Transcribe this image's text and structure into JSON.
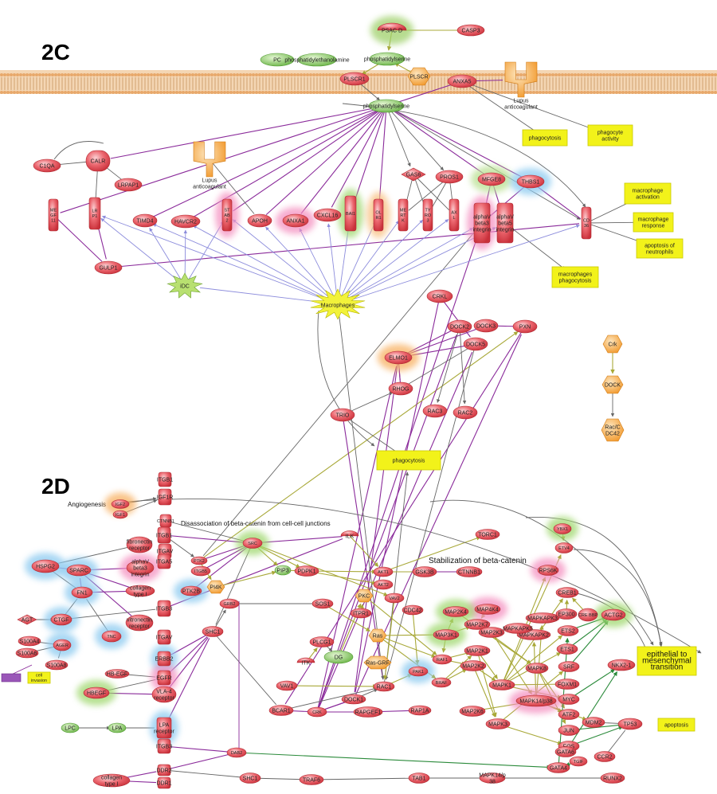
{
  "panels": {
    "c": {
      "label": "2C"
    },
    "d": {
      "label": "2D"
    }
  },
  "colors": {
    "node_red": "#e8545c",
    "node_red_light": "#f6a9ad",
    "node_green": "#8fce6a",
    "node_orange": "#f8b858",
    "bio_yellow": "#f2f21a",
    "membrane": "#e8b07a",
    "edge_purple": "#8a2a9a",
    "edge_gray": "#666666",
    "edge_blue": "#8c8cdc",
    "edge_olive": "#a8a838",
    "edge_green": "#2a8a3a"
  },
  "c_nodes": {
    "psacd": "PSAC D",
    "casp3": "CASP3",
    "pc": "PC",
    "phosphatidylethanolamine": "phosphatidylethanolamine",
    "ps_top": "phosphatidylserine",
    "plscr1": "PLSCR1",
    "plscr": "PLSCR",
    "anxa5": "ANXA5",
    "lupus_top": "Lupus anticoagulant",
    "ps_mid": "phosphatidylserine",
    "phagocytosis1": "phagocytosis",
    "phagocyte_activity": "phagocyte activity",
    "c1qa": "C1QA",
    "calr": "CALR",
    "lrpap1": "LRPAP1",
    "lupus_mid": "Lupus anticoagulant",
    "gas6": "GAS6",
    "pros1": "PROS1",
    "mfge8": "MFGE8",
    "thbs1": "THBS1",
    "megf11": "ME GF 11",
    "lrp1": "LR P1",
    "timd4": "TIMD4",
    "havcr2": "HAVCR2",
    "stab2": "ST AB 2",
    "apoh": "APOH",
    "anxa1": "ANXA1",
    "cxcl16": "CXCL16",
    "bai1": "BAI1",
    "olr1": "OL R1",
    "mertk": "ME RT K",
    "tyro3": "TY RO 3",
    "axl": "AX L",
    "integrin1": "alphaV beta3 integrin",
    "integrin2": "alphaV beta5 integrin",
    "cd36": "CD 36",
    "mac_activation": "macrophage activation",
    "mac_response": "macrophage response",
    "apoptosis_neutrophils": "apoptosis of neutrophils",
    "gulp1": "GULP1",
    "idc": "iDC",
    "macrophages": "Macrophages",
    "mac_phagocytosis": "macrophages phagocytosis",
    "crkl": "CRKL",
    "crk": "CRK",
    "dock1": "DOCK1",
    "dock2": "DOCK2",
    "dock3": "DOCK3",
    "dock5": "DOCK5",
    "ptk2": "PTK2",
    "pxn": "PXN",
    "elmo1": "ELMO1",
    "bcar1": "BCAR1",
    "rhog": "RHOG",
    "trio": "TRIO",
    "rac3": "RAC3",
    "rac2": "RAC2",
    "rac1": "RAC1",
    "phagocytosis2": "phagocytosis",
    "crk_hex": "Crk",
    "dock_hex": "DOCK",
    "rac_cdc42": "Rac/C DC42"
  },
  "d_labels": {
    "angiogenesis": "Angiogenesis",
    "disassociation": "Disassociation of beta-catenin from cell-cell junctions",
    "stabilization": "Stabilization of beta-catenin",
    "emt": "epithelial to mesenchymal transition",
    "apoptosis": "apoptosis",
    "cell_invasion": "cell invasion"
  },
  "d_nodes": {
    "itgb1": "ITGB1",
    "igf1r": "IGF1R",
    "igf2": "IGF2",
    "igf1": "IGF1",
    "ctnnb1": "CTNNB1",
    "itgb1b": "ITGB1",
    "fibronectin_receptor": "fibronectin receptor",
    "itgav": "ITGAV",
    "itga5": "ITGA5",
    "sparc": "SPARC",
    "hspg2": "HSPG2",
    "integrin_v3": "alphaV beta3 integrin",
    "collagen_type_i": "collagen type I",
    "vitronectin_receptor": "vitronectin receptor",
    "itgb5": "ITGB5",
    "ptk2b": "PTK2B",
    "ptk2": "PTK2",
    "pi4k": "PI4K",
    "itgb3": "ITGB3",
    "fn1": "FN1",
    "agt": "AGT",
    "ctgf": "CTGF",
    "tnc": "TNC",
    "s100a4": "S100A4",
    "s100a6": "S100A6",
    "s100a8": "S100A8",
    "ager": "AGER",
    "itga_v": "ITGAV",
    "erbb2": "ERBB2",
    "hb_egf": "HB-EGF",
    "egfr": "EGFR",
    "hbegf": "HBEGF",
    "vla4": "VLA-4 receptor",
    "lpc": "LPC",
    "lpa": "LPA",
    "lpa_receptor": "LPA receptor",
    "itgb3b": "ITGB3",
    "ddr2": "DDR2",
    "ddr1": "DDR1",
    "collagen_i_b": "collagen type I",
    "src": "SRC",
    "ilk": "ILK",
    "pip3": "PIP3",
    "pdpk1": "PDPK1",
    "akt1": "AKT1",
    "akt2": "AKT2",
    "gsk3b": "GSK3B",
    "ctnnb1b": "CTNNB1",
    "torc1": "TORC1",
    "pkc": "PKC",
    "vav2": "VAV2",
    "sos1": "SOS1",
    "itpr1": "ITPR1",
    "dg": "DG",
    "ras": "Ras",
    "ras_grf": "Ras-GRF",
    "plcg1": "PLCG1",
    "itk": "ITK",
    "vav1": "VAV1",
    "grb2": "GRB2",
    "shc1": "SHC1",
    "bcar1": "BCAR1",
    "crk": "CRK",
    "dock1": "DOCK1",
    "rapgef1": "RAPGEF1",
    "rap1a": "RAP1A",
    "rac1": "RAC1",
    "pak1": "PAK1",
    "braf": "BRAF",
    "raf1": "RAF1",
    "cdc42": "CDC42",
    "map3k1": "MAP3K1",
    "map4k4": "MAP4K4",
    "map2k7": "MAP2K7",
    "map2k4": "MAP2K4",
    "map2k1": "MAP2K1",
    "map2k3": "MAP2K3",
    "map2k2": "MAP2K2",
    "map2k6": "MAP2K6",
    "mapk1": "MAPK1",
    "mapk3": "MAPK3",
    "mapk8": "MAPK8",
    "mapk14": "MAPK14/p38",
    "mapkapk3": "MAPKAPK3",
    "mapkapk2": "MAPKAPK2",
    "mapkapk5": "MAPKAPK5",
    "yb1": "YBX1",
    "etv4": "ETV4",
    "rps6k": "RPS6K",
    "creb1": "CREB1",
    "ep300": "EP300",
    "crebbp": "CRE BBP",
    "ets2": "ETS2",
    "ets1": "ETS1",
    "actg2": "ACTG2",
    "srf": "SRF",
    "foxm1": "FOXM1",
    "myc": "MYC",
    "atf2": "ATF2",
    "jun": "JUN",
    "fos": "FOS",
    "mdm2": "MDM2",
    "nkx21": "NKX2-1",
    "tp53": "TP53",
    "gata6": "GATA6",
    "gata4": "GATA4",
    "tgif": "TGIF",
    "ccr2": "CCR2",
    "dab2": "DAB2",
    "shc1b": "SHC1",
    "traf6": "TRAF6",
    "tab1": "TAB1",
    "mapk14b": "MAPK14/p 38",
    "runx2": "RUNX2",
    "cell_inv": "cell invasion"
  }
}
